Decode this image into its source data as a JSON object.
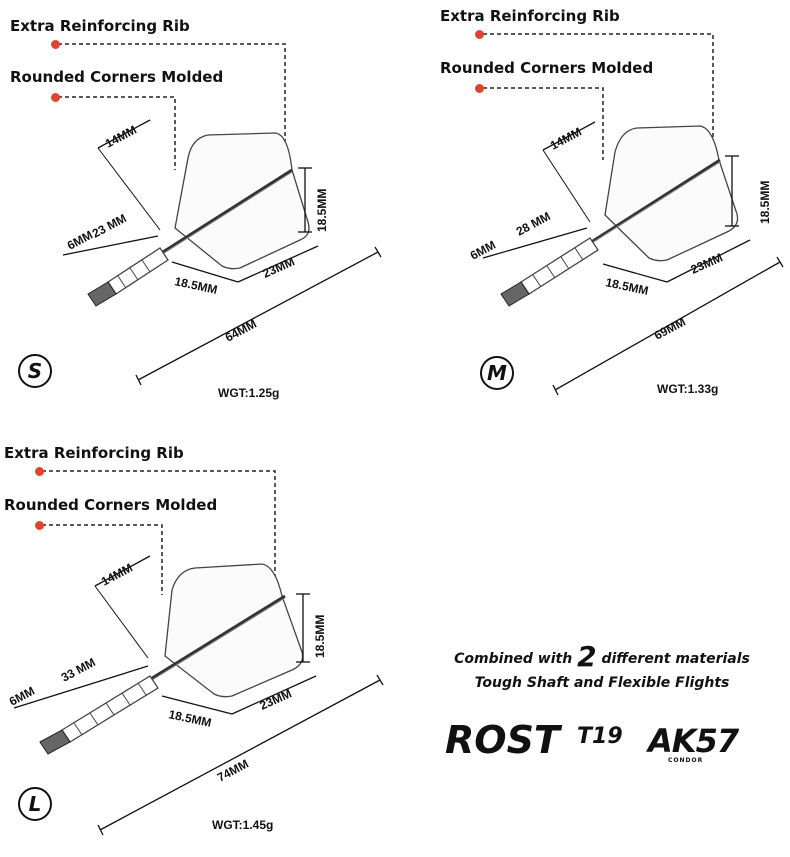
{
  "callouts": {
    "rib": "Extra Reinforcing Rib",
    "corners": "Rounded Corners Molded"
  },
  "accent_color": "#e0442a",
  "panels": {
    "s": {
      "badge": "S",
      "weight": "WGT:1.25g",
      "dims": {
        "top": "14MM",
        "shaft_a": "6MM",
        "shaft_b": "23 MM",
        "side": "18.5MM",
        "bottom_a": "18.5MM",
        "bottom_b": "23MM",
        "overall": "64MM"
      }
    },
    "m": {
      "badge": "M",
      "weight": "WGT:1.33g",
      "dims": {
        "top": "14MM",
        "shaft_a": "6MM",
        "shaft_b": "28 MM",
        "side": "18.5MM",
        "bottom_a": "18.5MM",
        "bottom_b": "23MM",
        "overall": "69MM"
      }
    },
    "l": {
      "badge": "L",
      "weight": "WGT:1.45g",
      "dims": {
        "top": "14MM",
        "shaft_a": "6MM",
        "shaft_b": "33 MM",
        "side": "18.5MM",
        "bottom_a": "18.5MM",
        "bottom_b": "23MM",
        "overall": "74MM"
      }
    }
  },
  "tagline": {
    "line1_pre": "Combined with",
    "line1_num": "2",
    "line1_post": "different materials",
    "line2": "Tough Shaft and Flexible Flights"
  },
  "brands": {
    "rost": "ROST",
    "t19": "T19",
    "ak": "AK57",
    "ak_sub": "CONDOR"
  }
}
